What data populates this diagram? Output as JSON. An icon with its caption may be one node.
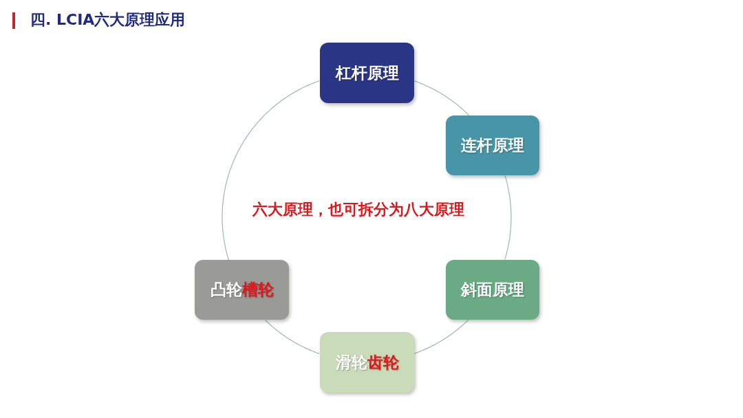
{
  "diagram": {
    "title": "四. LCIA六大原理应用",
    "nodes": [
      {
        "text": [
          "杠杆原理"
        ]
      },
      {
        "text": [
          "连杆原理"
        ]
      },
      {
        "text": [
          "斜面原理"
        ]
      },
      {
        "text": [
          "滑轮",
          "齿轮"
        ]
      },
      {
        "text": [
          "凸轮",
          "槽轮"
        ]
      }
    ],
    "edges": [
      {
        "from": 0,
        "to": 1,
        "arrow": "none"
      },
      {
        "from": 1,
        "to": 2,
        "arrow": "none"
      },
      {
        "from": 2,
        "to": 3,
        "arrow": "none"
      },
      {
        "from": 3,
        "to": 4,
        "arrow": "none"
      },
      {
        "from": 4,
        "to": 0,
        "arrow": "none"
      }
    ],
    "labels": [
      "六大原理，也可拆分为八大原理"
    ]
  }
}
